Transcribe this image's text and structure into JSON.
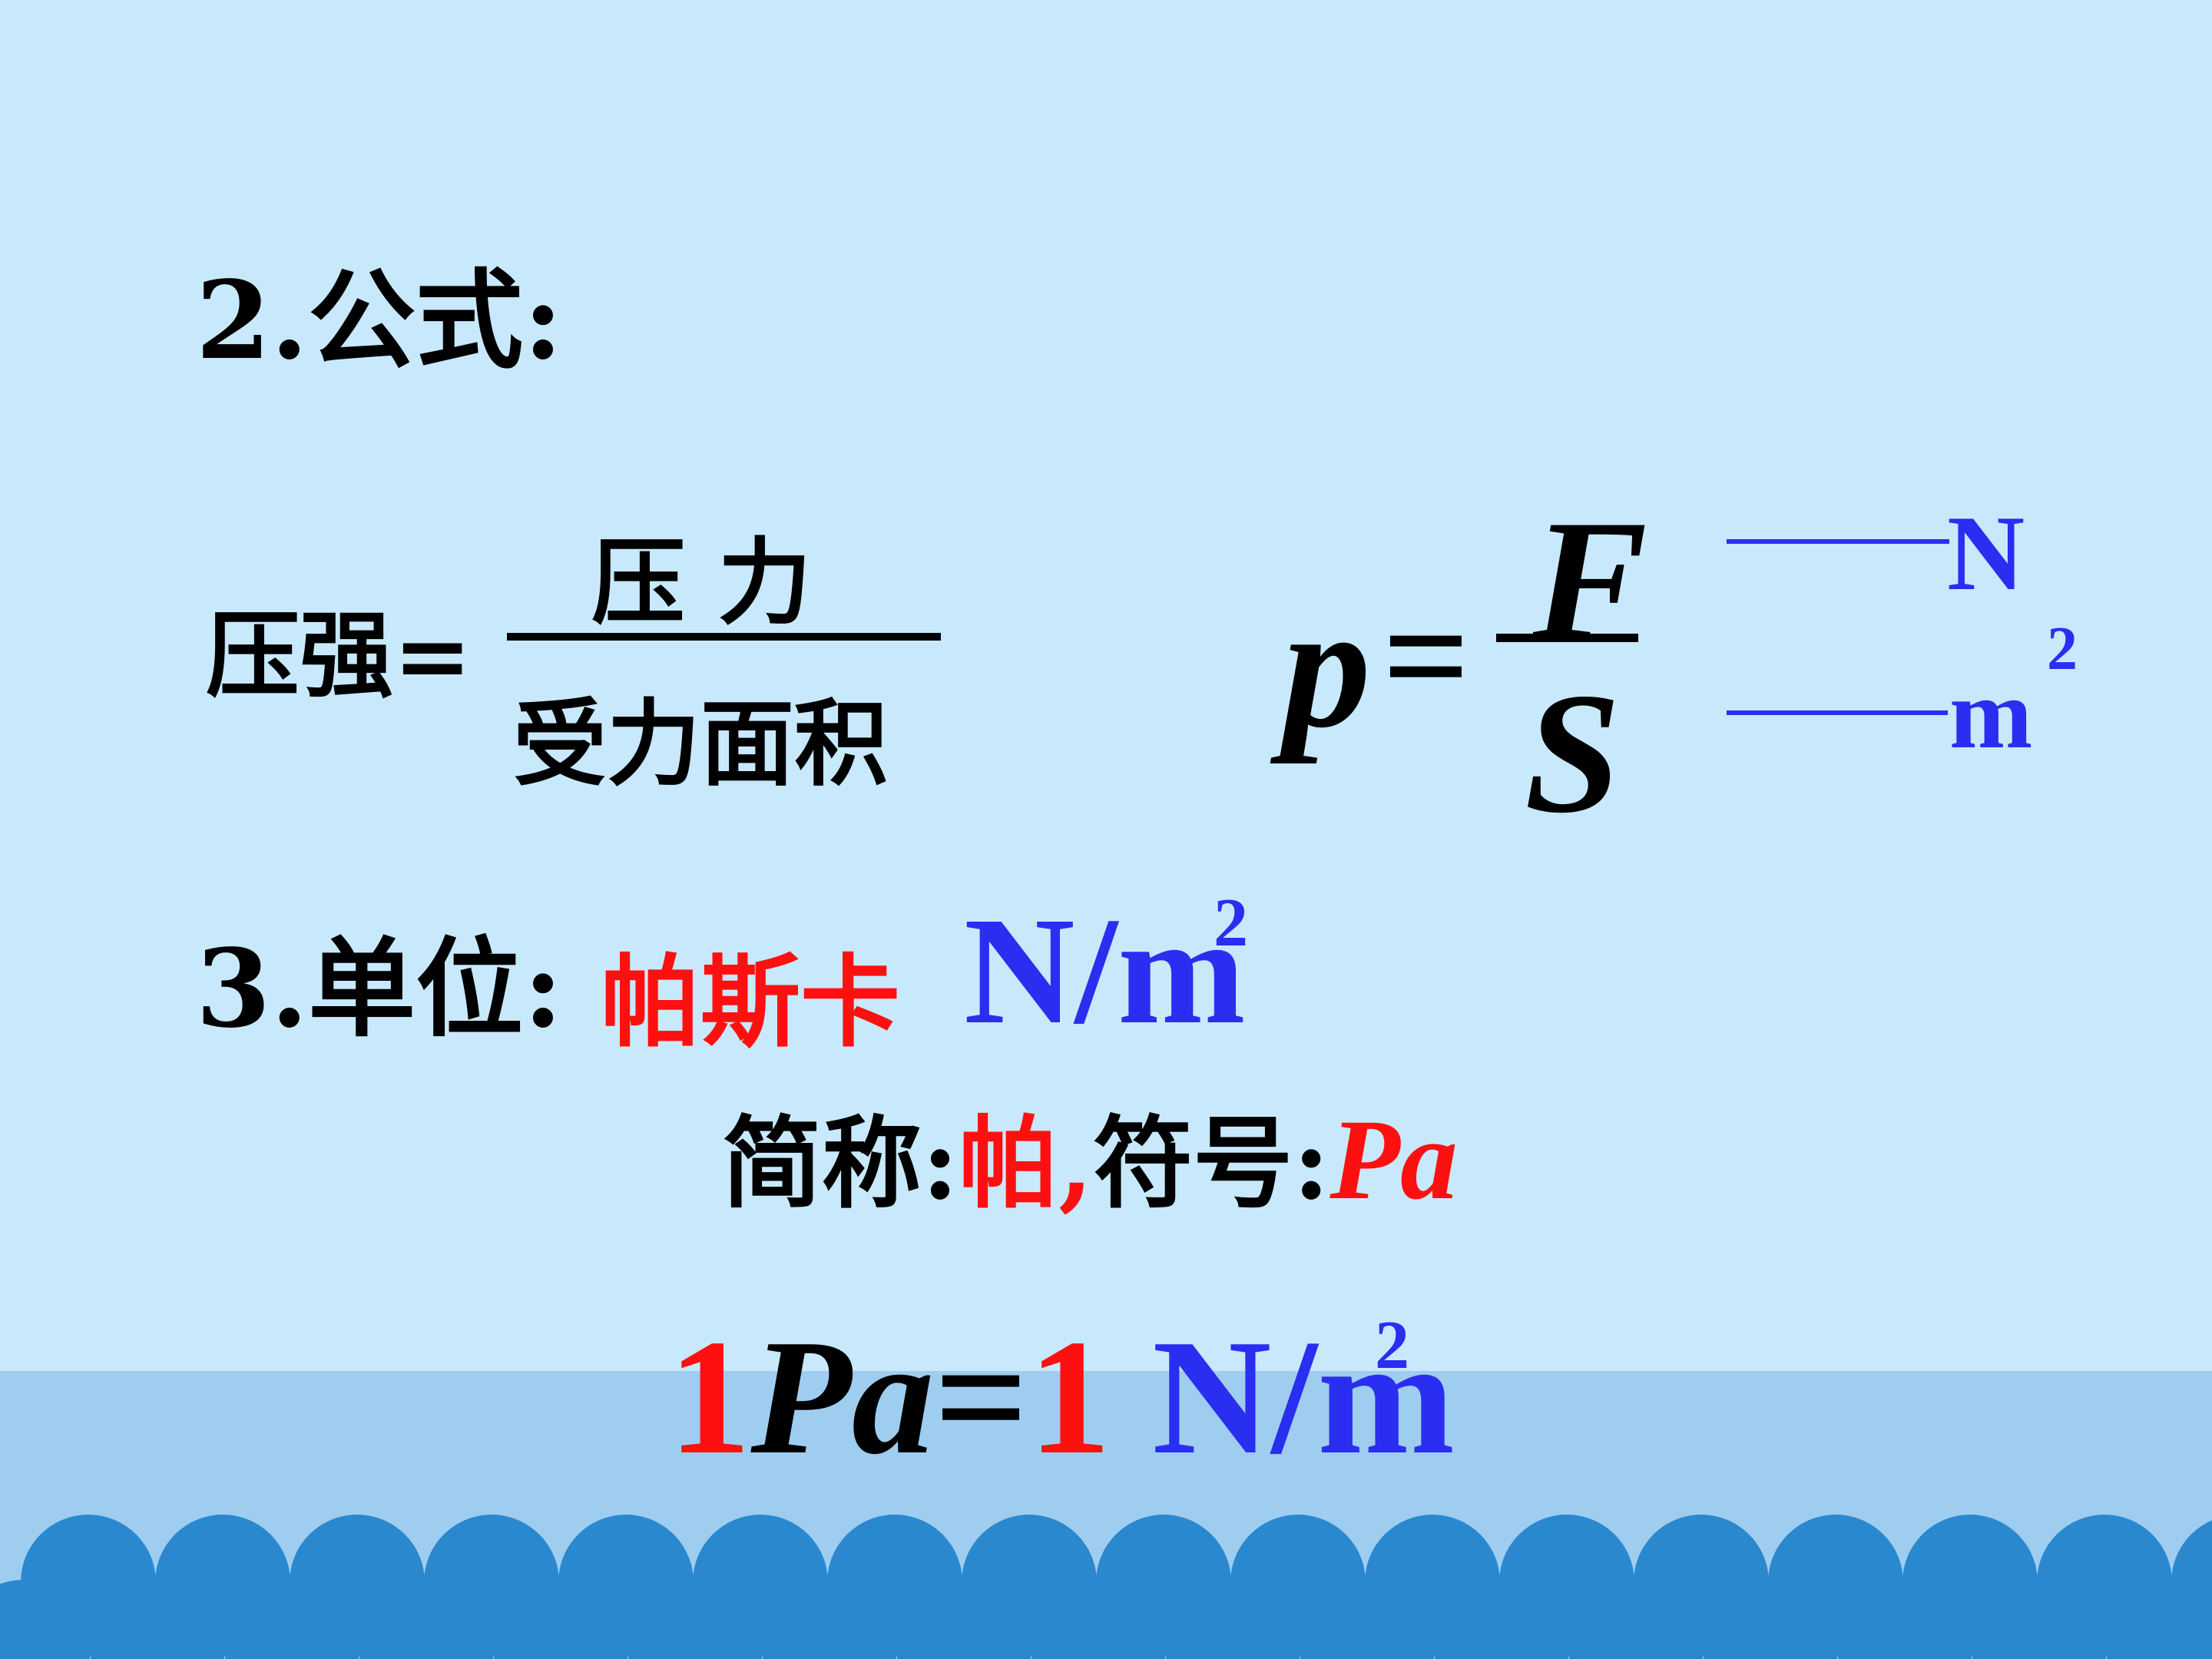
{
  "heading_formula": "2.公式:",
  "pressure_label": "压强=",
  "fraction_numerator": "压 力",
  "fraction_denominator": "受力面积",
  "symbol_formula": {
    "p": "p",
    "eq": "=",
    "F": "F",
    "S": "S"
  },
  "units": {
    "force_unit": "N",
    "area_unit": "m",
    "area_exp": "2"
  },
  "heading_unit": "3.单位:",
  "unit_name_cn": "帕斯卡",
  "unit_nm": "N/m",
  "unit_nm_exp": "2",
  "abbr": {
    "label": "简称:",
    "value": "帕,",
    "symbol_label": "符号:",
    "symbol": "Pa"
  },
  "equation": {
    "one_a": "1",
    "pa": "Pa",
    "eq": "=",
    "one_b": "1",
    "nm": "N/m",
    "exp": "2"
  },
  "colors": {
    "background": "#c8e9fb",
    "band": "#9fcdef",
    "wave": "#2a88cf",
    "red": "#ff1010",
    "blue": "#2a2ef0"
  }
}
